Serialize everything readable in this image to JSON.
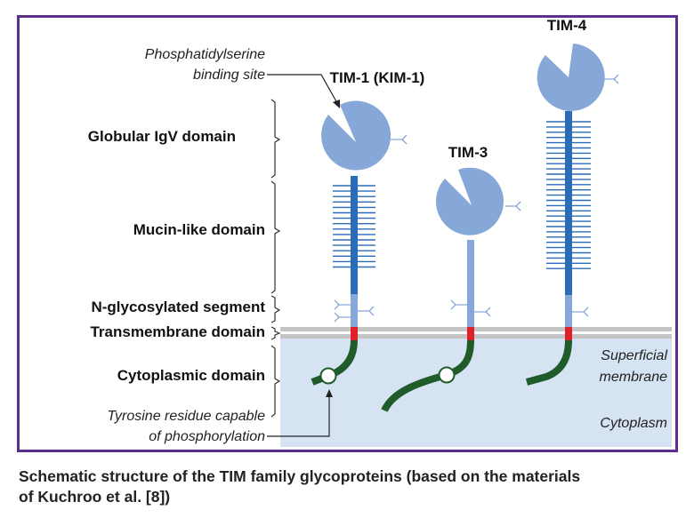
{
  "proteins": [
    {
      "name": "TIM-1 (KIM-1)",
      "mucin_length": "long"
    },
    {
      "name": "TIM-3",
      "mucin_length": "none"
    },
    {
      "name": "TIM-4",
      "mucin_length": "longest"
    }
  ],
  "domain_labels": [
    "Globular IgV domain",
    "Mucin-like domain",
    "N-glycosylated segment",
    "Transmembrane domain",
    "Cytoplasmic domain"
  ],
  "annotations": {
    "ps_binding_line1": "Phosphatidylserine",
    "ps_binding_line2": "binding site",
    "tyrosine_line1": "Tyrosine residue capable",
    "tyrosine_line2": "of phosphorylation",
    "membrane_line1": "Superficial",
    "membrane_line2": "membrane",
    "cytoplasm": "Cytoplasm"
  },
  "caption": {
    "line1": "Schematic structure of the TIM family glycoproteins (based on the materials",
    "line2": "of Kuchroo et al. [8])"
  },
  "colors": {
    "frame": "#5b2f8f",
    "igv_domain": "#86a8d8",
    "mucin_stalk": "#2a6cb8",
    "glyco_stalk": "#86a8d8",
    "transmembrane": "#e0202a",
    "cytoplasmic_tail": "#1f5c2a",
    "membrane": "#c4c4c4",
    "cytoplasm_bg": "#d6e3f3"
  }
}
